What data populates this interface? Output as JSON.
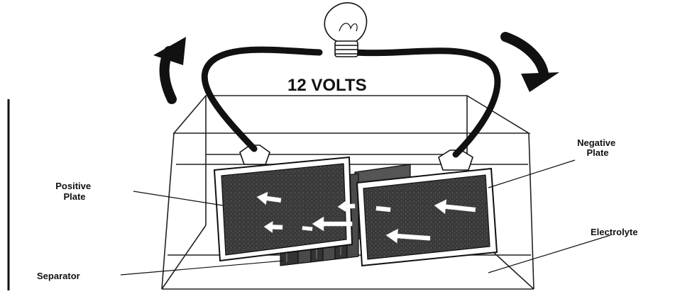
{
  "diagram": {
    "voltage_label": "12 VOLTS",
    "labels": {
      "positive_plate_line1": "Positive",
      "positive_plate_line2": "Plate",
      "negative_plate_line1": "Negative",
      "negative_plate_line2": "Plate",
      "electrolyte": "Electrolyte",
      "separator": "Separator"
    },
    "icons": [
      "light-bulb-icon",
      "curved-arrow-up-icon",
      "curved-arrow-down-icon",
      "current-arrow-icon"
    ],
    "colors": {
      "ink": "#111111",
      "plate_fill": "#3a3a3a",
      "paper": "#ffffff"
    }
  }
}
